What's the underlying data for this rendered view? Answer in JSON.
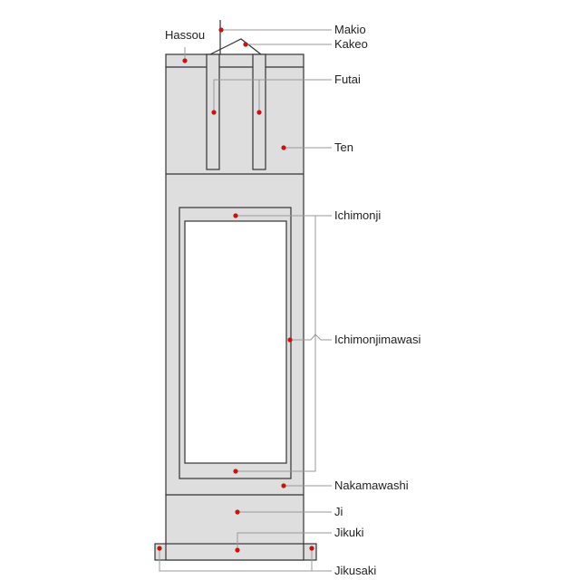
{
  "colors": {
    "panel": "#dedede",
    "outline": "#333333",
    "leader": "#999999",
    "dot": "#cc1111",
    "background": "#ffffff"
  },
  "labels": {
    "hassou": "Hassou",
    "makio": "Makio",
    "kakeo": "Kakeo",
    "futai": "Futai",
    "ten": "Ten",
    "ichimonji": "Ichimonji",
    "ichimonjimawasi": "Ichimonjimawasi",
    "nakamawashi": "Nakamawashi",
    "ji": "Ji",
    "jikuki": "Jikuki",
    "jikusaki": "Jikusaki"
  }
}
